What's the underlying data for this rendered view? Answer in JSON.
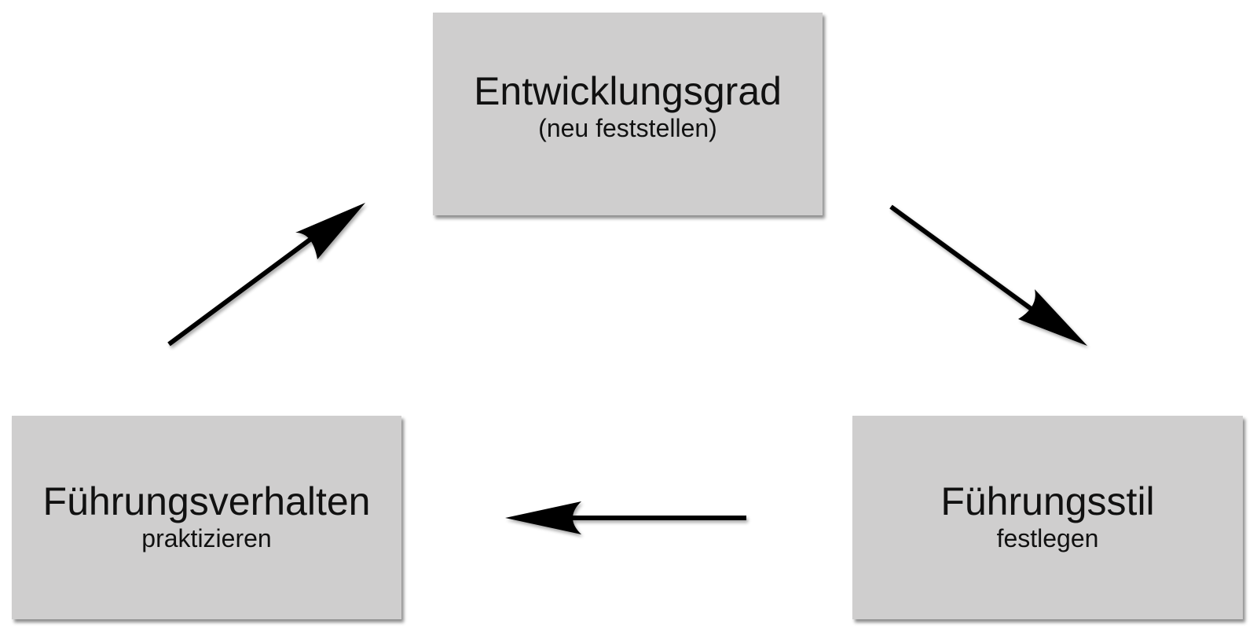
{
  "nodes": {
    "top": {
      "title": "Entwicklungsgrad",
      "subtitle": "(neu feststellen)"
    },
    "right": {
      "title": "Führungsstil",
      "subtitle": "festlegen"
    },
    "left": {
      "title": "Führungsverhalten",
      "subtitle": "praktizieren"
    }
  },
  "edges": [
    {
      "from": "left",
      "to": "top"
    },
    {
      "from": "top",
      "to": "right"
    },
    {
      "from": "right",
      "to": "left"
    }
  ],
  "colors": {
    "box_fill": "#cfcece",
    "arrow": "#000000",
    "text": "#111111"
  }
}
